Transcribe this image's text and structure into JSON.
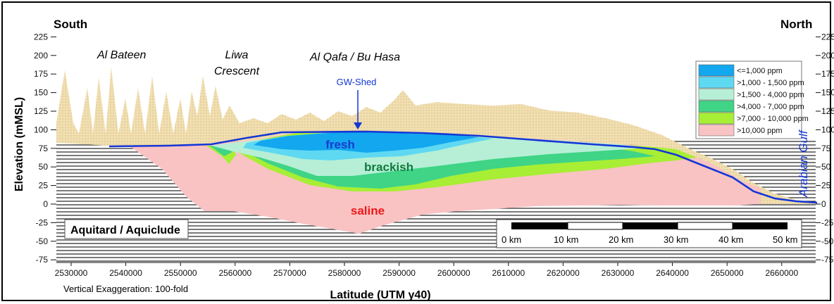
{
  "orientation": {
    "left": "South",
    "right": "North"
  },
  "elevation_axis": {
    "label": "Elevation (mMSL)",
    "ticks": [
      "225",
      "200",
      "175",
      "150",
      "125",
      "100",
      "75",
      "50",
      "25",
      "0",
      "-25",
      "-50",
      "-75"
    ],
    "values": [
      225,
      200,
      175,
      150,
      125,
      100,
      75,
      50,
      25,
      0,
      -25,
      -50,
      -75
    ]
  },
  "latitude_axis": {
    "label": "Latitude (UTM y40)",
    "ticks": [
      "2530000",
      "2540000",
      "2550000",
      "2560000",
      "2570000",
      "2580000",
      "2590000",
      "2600000",
      "2610000",
      "2620000",
      "2630000",
      "2640000",
      "2650000",
      "2660000"
    ],
    "values": [
      2530000,
      2540000,
      2550000,
      2560000,
      2570000,
      2580000,
      2590000,
      2600000,
      2610000,
      2620000,
      2630000,
      2640000,
      2650000,
      2660000
    ]
  },
  "places": {
    "al_bateen": "Al Bateen",
    "liwa_line1": "Liwa",
    "liwa_line2": "Crescent",
    "al_qafa": "Al Qafa / Bu Hasa",
    "gw_shed": "GW-Shed",
    "arabian_gulf": "Arabian Gulf"
  },
  "zones": {
    "fresh": "fresh",
    "brackish": "brackish",
    "saline": "saline"
  },
  "aquitard_label": "Aquitard / Aquiclude",
  "exaggeration_note": "Vertical Exaggeration: 100-fold",
  "legend": [
    {
      "label": "<=1,000 ppm",
      "color": "#12a7ee"
    },
    {
      "label": ">1,000 - 1,500 ppm",
      "color": "#5fd8f2"
    },
    {
      "label": ">1,500 - 4,000 ppm",
      "color": "#b6efd6"
    },
    {
      "label": ">4,000 - 7,000 ppm",
      "color": "#3fd486"
    },
    {
      "label": ">7,000 - 10,000 ppm",
      "color": "#a7ee35"
    },
    {
      "label": ">10,000 ppm",
      "color": "#f9c3c3"
    }
  ],
  "scale_bar": [
    "0 km",
    "10 km",
    "20 km",
    "30 km",
    "40 km",
    "50 km"
  ],
  "colors": {
    "sand": "#f1dfb0",
    "water_table": "#1436d6",
    "fresh_label": "#1a3bd0",
    "brackish_label": "#0f7a3c",
    "saline_label": "#f01818",
    "gulf_label": "#1436d6"
  }
}
